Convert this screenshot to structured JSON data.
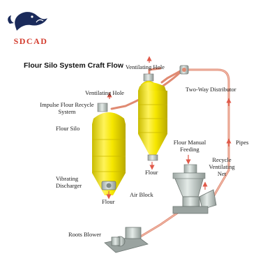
{
  "brand": {
    "name": "SDCAD",
    "logo_icon": "whale-logo-icon",
    "color": "#d33a2c"
  },
  "title": "Flour Silo System Craft Flow",
  "labels": {
    "ventilating_hole_top": "Ventilating Hole",
    "two_way_distributor": "Two-Way Distributor",
    "ventilating_hole_left": "Ventilating Hole",
    "impulse_recycle_1": "Impulse Flour Recycle",
    "impulse_recycle_2": "System",
    "flour_silo": "Flour Silo",
    "flour_manual_1": "Flour Manual",
    "flour_manual_2": "Feeding",
    "pipes": "Pipes",
    "recycle_1": "Recycle",
    "recycle_2": "Ventilating",
    "recycle_3": "Net",
    "vibrating_1": "Vibrating",
    "vibrating_2": "Discharger",
    "flour_right": "Flour",
    "air_block": "Air Block",
    "flour_left": "Flour",
    "roots_blower": "Roots Blower"
  },
  "colors": {
    "silo": "#f4e600",
    "silo_edge": "#c9b700",
    "pipe": "#e08a72",
    "machine": "#cfd6d3",
    "arrow": "#e05a4a"
  }
}
